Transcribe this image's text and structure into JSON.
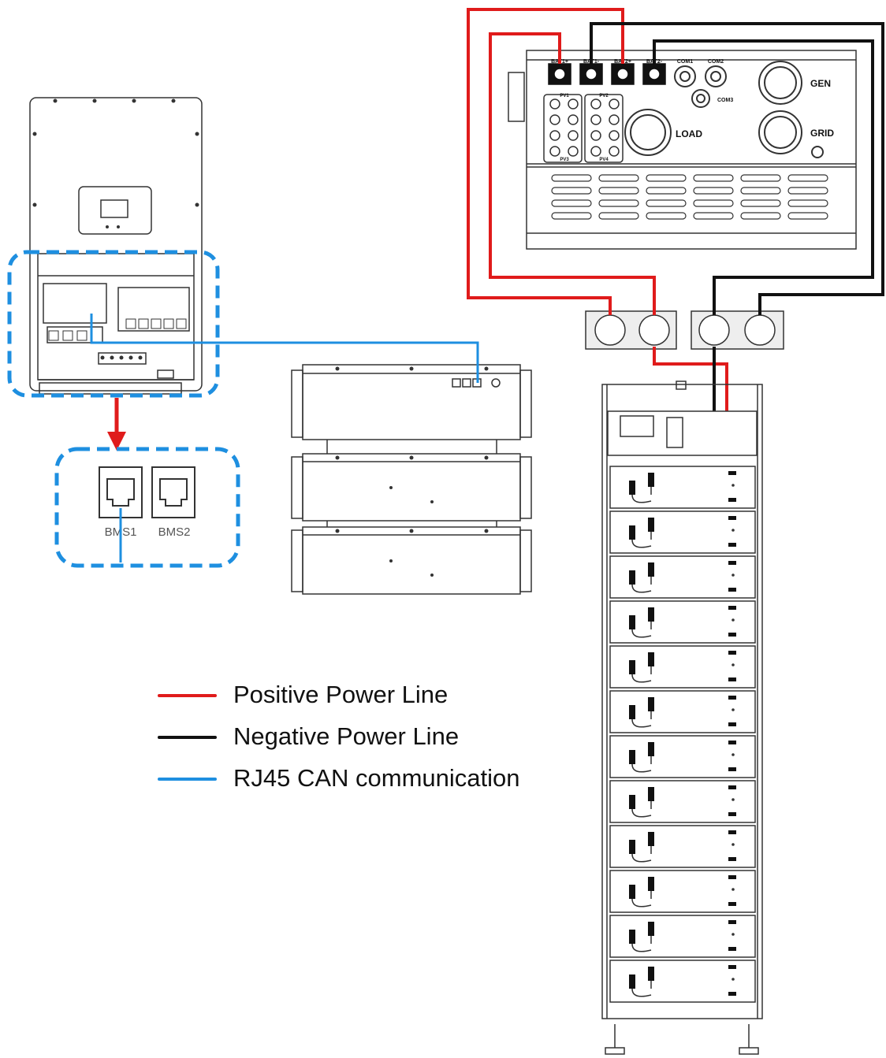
{
  "inverter_panel": {
    "ports": [
      "BAT1+",
      "BAT1-",
      "BAT2+",
      "BAT2-"
    ],
    "comms": [
      "COM1",
      "COM2",
      "COM3"
    ],
    "pv_labels": [
      "PV1",
      "PV2",
      "PV3",
      "PV4"
    ],
    "load_label": "LOAD",
    "gen_label": "GEN",
    "grid_label": "GRID"
  },
  "bms_ports": [
    "BMS1",
    "BMS2"
  ],
  "legend": [
    {
      "label": "Positive Power Line",
      "color": "#e01b1b"
    },
    {
      "label": "Negative Power Line",
      "color": "#111111"
    },
    {
      "label": "RJ45 CAN communication",
      "color": "#1e8fe0"
    }
  ],
  "colors": {
    "positive": "#e01b1b",
    "negative": "#111111",
    "can": "#1e8fe0",
    "outline": "#333333"
  },
  "battery_rack_modules": 12
}
